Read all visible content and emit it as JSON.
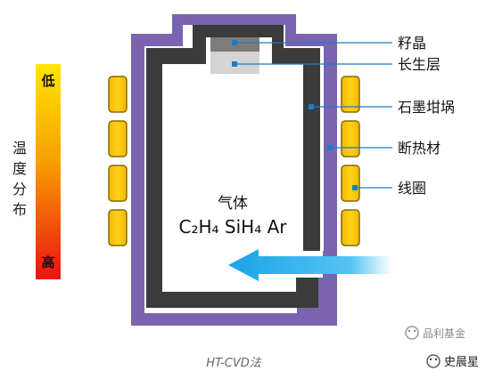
{
  "scale": {
    "title_chars": [
      "温",
      "度",
      "分",
      "布"
    ],
    "low": "低",
    "high": "高"
  },
  "gas": {
    "label": "气体",
    "formula": "C₂H₄ SiH₄ Ar"
  },
  "labels": {
    "seed": "籽晶",
    "growth_layer": "长生层",
    "graphite_crucible": "石墨坩埚",
    "insulation": "断热材",
    "coil": "线圈"
  },
  "caption": "HT-CVD法",
  "watermarks": {
    "top": "品利基金",
    "bottom": "史晨星"
  },
  "colors": {
    "insulation": "#7a64b0",
    "graphite": "#3a3a3a",
    "coil_fill": "#f5c200",
    "coil_stroke": "#8a6a00",
    "seed": "#7a7a7a",
    "growth": "#cfcfcf",
    "leader_line": "#1a7cc8",
    "arrow": "#1aa3e8",
    "gradient_top": "#ffe000",
    "gradient_bottom": "#ee1111"
  }
}
